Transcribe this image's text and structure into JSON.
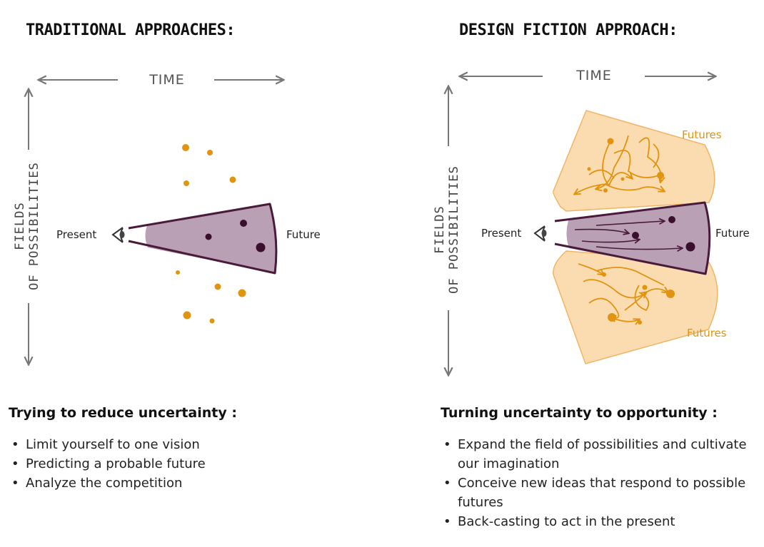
{
  "left": {
    "heading": "TRADITIONAL APPROACHES:",
    "diagram": {
      "time_label": "TIME",
      "fields_line1": "FIELDS",
      "fields_line2": "OF POSSIBILITIES",
      "present_label": "Present",
      "future_label": "Future"
    },
    "subtitle": "Trying to reduce uncertainty :",
    "points": [
      "Limit yourself to one vision",
      "Predicting a probable future",
      "Analyze the competition"
    ]
  },
  "right": {
    "heading": "DESIGN FICTION APPROACH:",
    "diagram": {
      "time_label": "TIME",
      "fields_line1": "FIELDS",
      "fields_line2": "OF POSSIBILITIES",
      "present_label": "Present",
      "future_label": "Future",
      "futures_top_label": "Futures",
      "futures_bottom_label": "Futures"
    },
    "subtitle": "Turning uncertainty to opportunity :",
    "points": [
      "Expand the field of possibilities and cultivate our imagination",
      "Conceive new ideas that respond to possible futures",
      "Back-casting to act in the present"
    ]
  },
  "colors": {
    "cone_fill": "#b9a0b5",
    "cone_stroke": "#4a1a3c",
    "orange": "#e0940f",
    "fan_fill": "#fbdcb0",
    "dark_dot": "#3a0f2e",
    "arrow_grey": "#777777"
  },
  "icons": [
    "eye-icon",
    "arrow-left-icon",
    "arrow-right-icon",
    "arrow-up-icon",
    "arrow-down-icon"
  ]
}
